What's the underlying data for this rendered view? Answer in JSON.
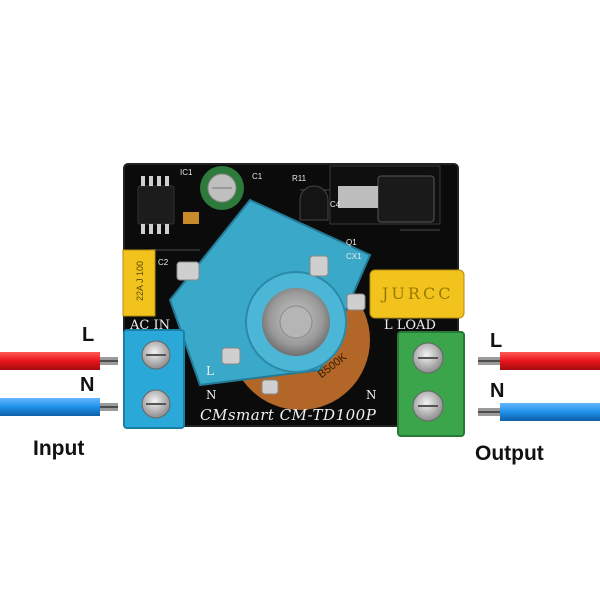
{
  "board": {
    "silkscreen_brand": "CMsmart CM-TD100P",
    "terminal_ac_in": "AC IN",
    "terminal_load": "L LOAD",
    "pin_L": "L",
    "pin_N": "N",
    "ic_label": "IC1",
    "c1_label": "C1",
    "c2_label": "C2",
    "c4_label": "C4",
    "cx1_label": "CX1",
    "q1_label": "Q1",
    "r11_label": "R11",
    "pot_label": "B500K",
    "cap_yellow_small": "22A J 100",
    "cap_yellow_big": "JURCC"
  },
  "wiring": {
    "input": {
      "label": "Input",
      "line_L": "L",
      "line_N": "N"
    },
    "output": {
      "label": "Output",
      "line_L": "L",
      "line_N": "N"
    }
  },
  "colors": {
    "pcb": "#0b0b0b",
    "terminal_blue": "#2aa9d8",
    "terminal_green": "#3aa54a",
    "wire_L": "#e8141b",
    "wire_N": "#1e90e8",
    "pot_body": "#3aa8c8",
    "cap_yellow": "#f2c31c"
  }
}
